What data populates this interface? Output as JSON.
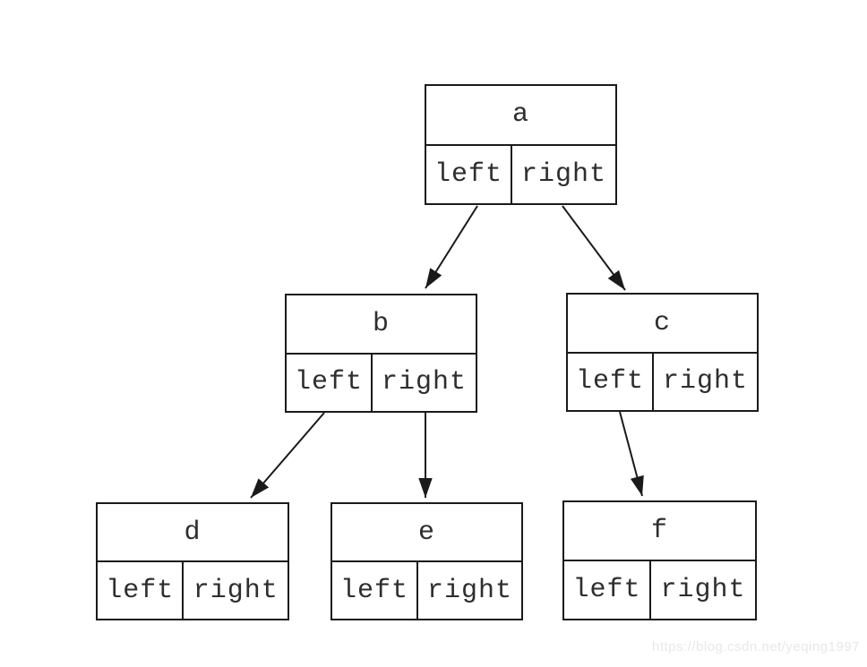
{
  "diagram": {
    "type": "binary-tree-record-nodes",
    "nodes": [
      {
        "id": "a",
        "label": "a",
        "left": "left",
        "right": "right"
      },
      {
        "id": "b",
        "label": "b",
        "left": "left",
        "right": "right"
      },
      {
        "id": "c",
        "label": "c",
        "left": "left",
        "right": "right"
      },
      {
        "id": "d",
        "label": "d",
        "left": "left",
        "right": "right"
      },
      {
        "id": "e",
        "label": "e",
        "left": "left",
        "right": "right"
      },
      {
        "id": "f",
        "label": "f",
        "left": "left",
        "right": "right"
      }
    ],
    "edges": [
      {
        "from": "a",
        "port": "left",
        "to": "b"
      },
      {
        "from": "a",
        "port": "right",
        "to": "c"
      },
      {
        "from": "b",
        "port": "left",
        "to": "d"
      },
      {
        "from": "b",
        "port": "right",
        "to": "e"
      },
      {
        "from": "c",
        "port": "left",
        "to": "f"
      }
    ],
    "colors": {
      "line": "#1a1a1a",
      "text": "#2e2e2e",
      "background": "#ffffff",
      "watermark": "#e9e8e8"
    }
  },
  "watermark": {
    "text": "https://blog.csdn.net/yeqing1997"
  }
}
